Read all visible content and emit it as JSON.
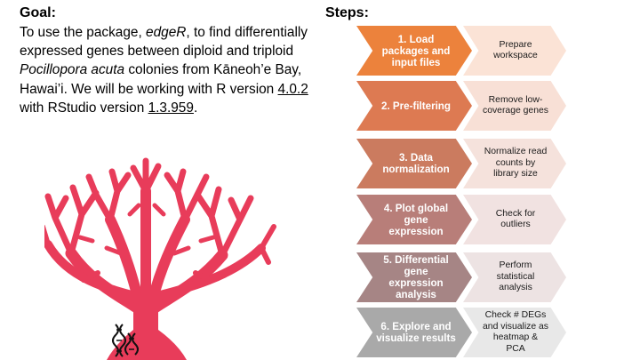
{
  "goal": {
    "heading": "Goal:",
    "line1_prefix": "To use the package,",
    "package_name": "edgeR",
    "line1_suffix": ", to find differentially expressed genes between diploid and triploid",
    "species": "Pocillopora acuta",
    "line2": " colonies from Kāneoh’e Bay, Hawai’i. We will be working with R version ",
    "r_version": "4.0.2",
    "line3": " with RStudio version ",
    "rstudio_version": "1.3.959",
    "end": "."
  },
  "steps": {
    "heading": "Steps:",
    "items": [
      {
        "label": "1. Load packages and input files",
        "detail": "Prepare workspace",
        "main_color": "#ec823c",
        "sub_color": "#fbe3d6"
      },
      {
        "label": "2. Pre-filtering",
        "detail": "Remove low-coverage genes",
        "main_color": "#dd7a52",
        "sub_color": "#f8e0d6"
      },
      {
        "label": "3. Data normalization",
        "detail": "Normalize read counts by library size",
        "main_color": "#cb7b5f",
        "sub_color": "#f5e2dc"
      },
      {
        "label": "4. Plot global gene expression",
        "detail": "Check for outliers",
        "main_color": "#b87e79",
        "sub_color": "#f1e2e1"
      },
      {
        "label": "5. Differential gene expression analysis",
        "detail": "Perform statistical analysis",
        "main_color": "#a68585",
        "sub_color": "#ede3e3"
      },
      {
        "label": "6. Explore and visualize results",
        "detail": "Check # DEGs and visualize as heatmap & PCA",
        "main_color": "#a9a9a9",
        "sub_color": "#e8e8e8"
      }
    ]
  },
  "illustration": {
    "coral_icon": "coral-icon",
    "dna_icon": "dna-icon",
    "coral_color": "#e83c5a"
  }
}
